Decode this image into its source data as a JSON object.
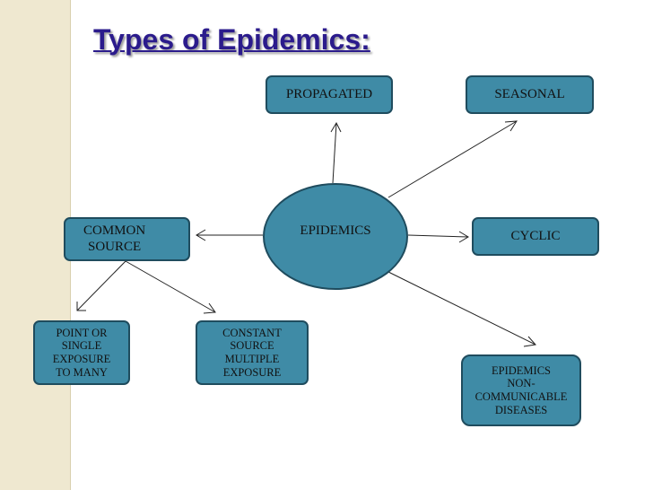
{
  "title": "Types of Epidemics:",
  "center": {
    "label": "EPIDEMICS"
  },
  "nodes": {
    "propagated": "PROPAGATED",
    "seasonal": "SEASONAL",
    "common_source": "COMMON\nSOURCE",
    "cyclic": "CYCLIC",
    "point_source": "POINT OR\nSINGLE\nEXPOSURE\nTO  MANY",
    "constant_source": "CONSTANT\nSOURCE\nMULTIPLE\nEXPOSURE",
    "non_communicable": "EPIDEMICS\nNON-\nCOMMUNICABLE\nDISEASES"
  },
  "colors": {
    "node_fill": "#3f8ba6",
    "node_border": "#1f4c5e",
    "title": "#2b1b8c",
    "sidebar": "#efe8d0"
  }
}
